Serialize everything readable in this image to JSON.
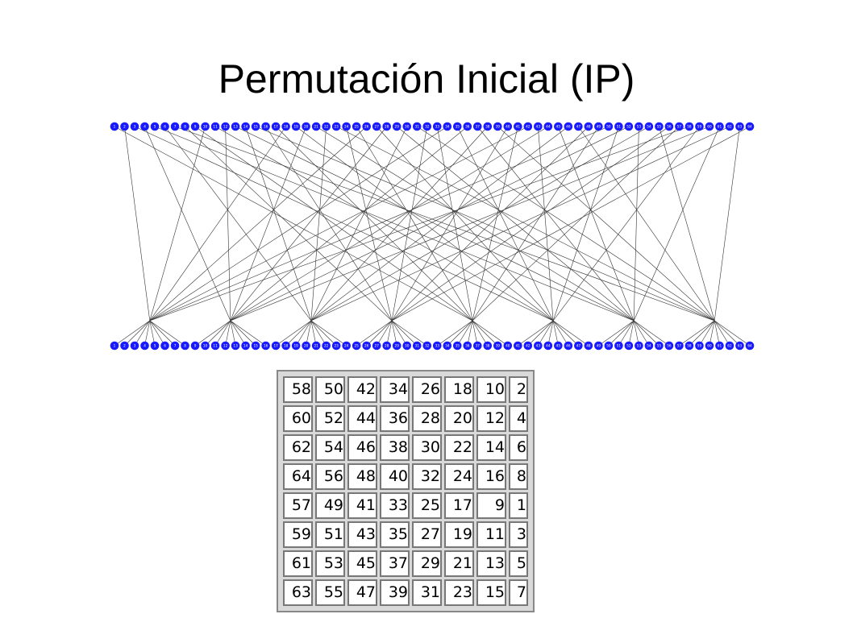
{
  "title": "Permutación Inicial (IP)",
  "node_color": "#1a1aff",
  "line_color": "#333333",
  "top_row_labels": [
    "1",
    "2",
    "3",
    "4",
    "5",
    "6",
    "7",
    "8",
    "9",
    "10",
    "11",
    "12",
    "13",
    "14",
    "15",
    "16",
    "17",
    "18",
    "19",
    "20",
    "21",
    "22",
    "23",
    "24",
    "25",
    "26",
    "27",
    "28",
    "29",
    "30",
    "31",
    "32",
    "33",
    "34",
    "35",
    "36",
    "37",
    "38",
    "39",
    "40",
    "41",
    "42",
    "43",
    "44",
    "45",
    "46",
    "47",
    "48",
    "49",
    "50",
    "51",
    "52",
    "53",
    "54",
    "55",
    "56",
    "57",
    "58",
    "59",
    "60",
    "61",
    "62",
    "63",
    "64"
  ],
  "bottom_row_labels": [
    "1",
    "2",
    "3",
    "4",
    "5",
    "6",
    "7",
    "8",
    "9",
    "10",
    "11",
    "12",
    "13",
    "14",
    "15",
    "16",
    "17",
    "18",
    "19",
    "20",
    "21",
    "22",
    "23",
    "24",
    "25",
    "26",
    "27",
    "28",
    "29",
    "30",
    "31",
    "32",
    "33",
    "34",
    "35",
    "36",
    "37",
    "38",
    "39",
    "40",
    "41",
    "42",
    "43",
    "44",
    "45",
    "46",
    "47",
    "48",
    "49",
    "50",
    "51",
    "52",
    "53",
    "54",
    "55",
    "56",
    "57",
    "58",
    "59",
    "60",
    "61",
    "62",
    "63",
    "64"
  ],
  "ip_table": [
    [
      "58",
      "50",
      "42",
      "34",
      "26",
      "18",
      "10",
      "2"
    ],
    [
      "60",
      "52",
      "44",
      "36",
      "28",
      "20",
      "12",
      "4"
    ],
    [
      "62",
      "54",
      "46",
      "38",
      "30",
      "22",
      "14",
      "6"
    ],
    [
      "64",
      "56",
      "48",
      "40",
      "32",
      "24",
      "16",
      "8"
    ],
    [
      "57",
      "49",
      "41",
      "33",
      "25",
      "17",
      "9",
      "1"
    ],
    [
      "59",
      "51",
      "43",
      "35",
      "27",
      "19",
      "11",
      "3"
    ],
    [
      "61",
      "53",
      "45",
      "37",
      "29",
      "21",
      "13",
      "5"
    ],
    [
      "63",
      "55",
      "47",
      "39",
      "31",
      "23",
      "15",
      "7"
    ]
  ]
}
